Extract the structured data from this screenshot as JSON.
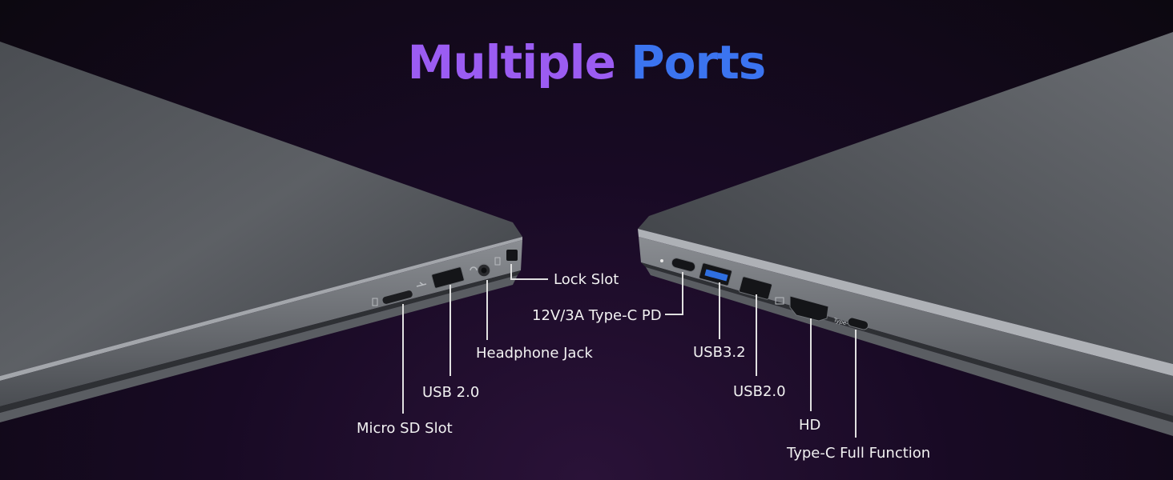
{
  "title": {
    "word1": "Multiple",
    "word2": "Ports"
  },
  "left_ports": {
    "lock_slot": "Lock Slot",
    "headphone_jack": "Headphone Jack",
    "usb_2": "USB 2.0",
    "micro_sd": "Micro SD Slot"
  },
  "right_ports": {
    "type_c_pd": "12V/3A Type-C PD",
    "usb_32": "USB3.2",
    "usb_20": "USB2.0",
    "hd": "HD",
    "type_c_full": "Type-C Full Function",
    "typec_marking": "Type-C"
  },
  "colors": {
    "title_word1": "#9b5cf2",
    "title_word2": "#3b74f0",
    "background": "#180a24",
    "laptop": "#505358",
    "usb3_port": "#2f6fe0"
  }
}
